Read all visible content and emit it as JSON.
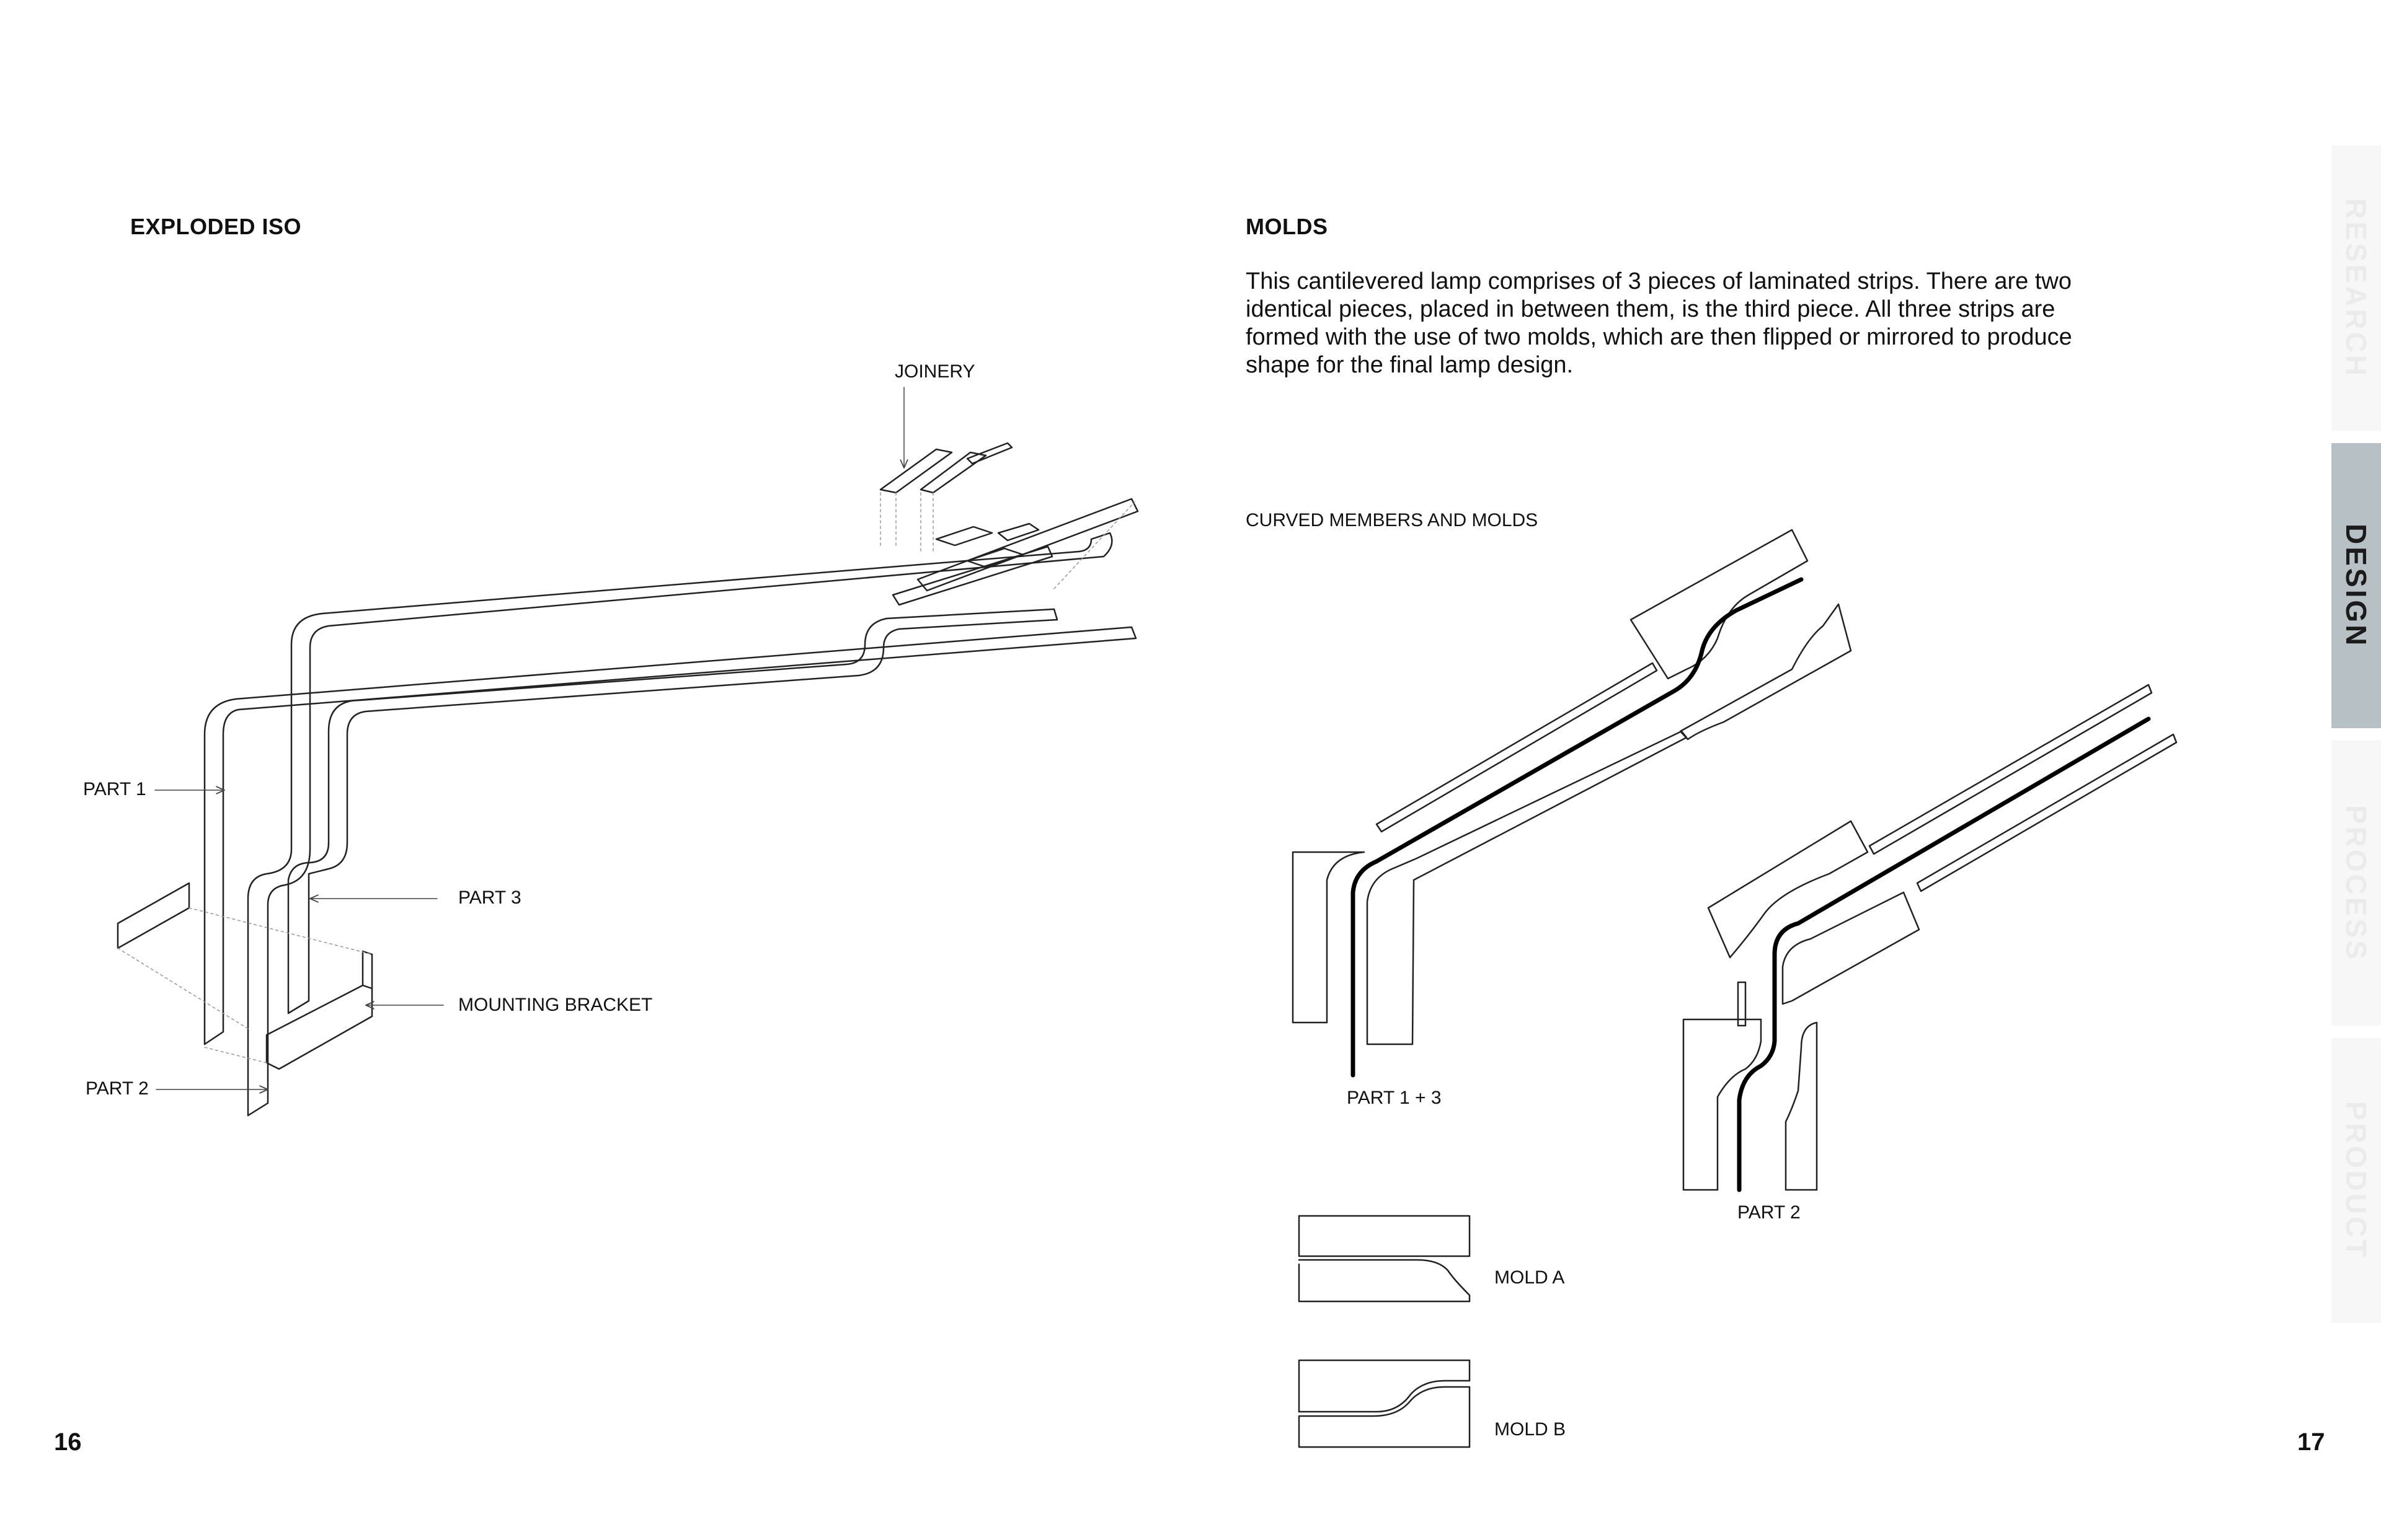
{
  "left_page": {
    "heading": "EXPLODED ISO",
    "labels": {
      "joinery": "JOINERY",
      "part1": "PART 1",
      "part3": "PART 3",
      "mounting_bracket": "MOUNTING BRACKET",
      "part2": "PART 2"
    },
    "page_number": "16"
  },
  "right_page": {
    "heading": "MOLDS",
    "body": "This cantilevered lamp comprises of 3 pieces of laminated strips. There are two identical pieces, placed in between them, is the third piece. All three strips  are formed with the use of two molds, which are then flipped or mirrored to produce shape for the final lamp design.",
    "subheading": "CURVED MEMBERS AND MOLDS",
    "labels": {
      "part13": "PART 1 + 3",
      "part2": "PART 2",
      "mold_a": "MOLD A",
      "mold_b": "MOLD B"
    },
    "page_number": "17"
  },
  "side_tabs": [
    {
      "label": "RESEARCH",
      "active": false
    },
    {
      "label": "DESIGN",
      "active": true
    },
    {
      "label": "PROCESS",
      "active": false
    },
    {
      "label": "PRODUCT",
      "active": false
    }
  ]
}
